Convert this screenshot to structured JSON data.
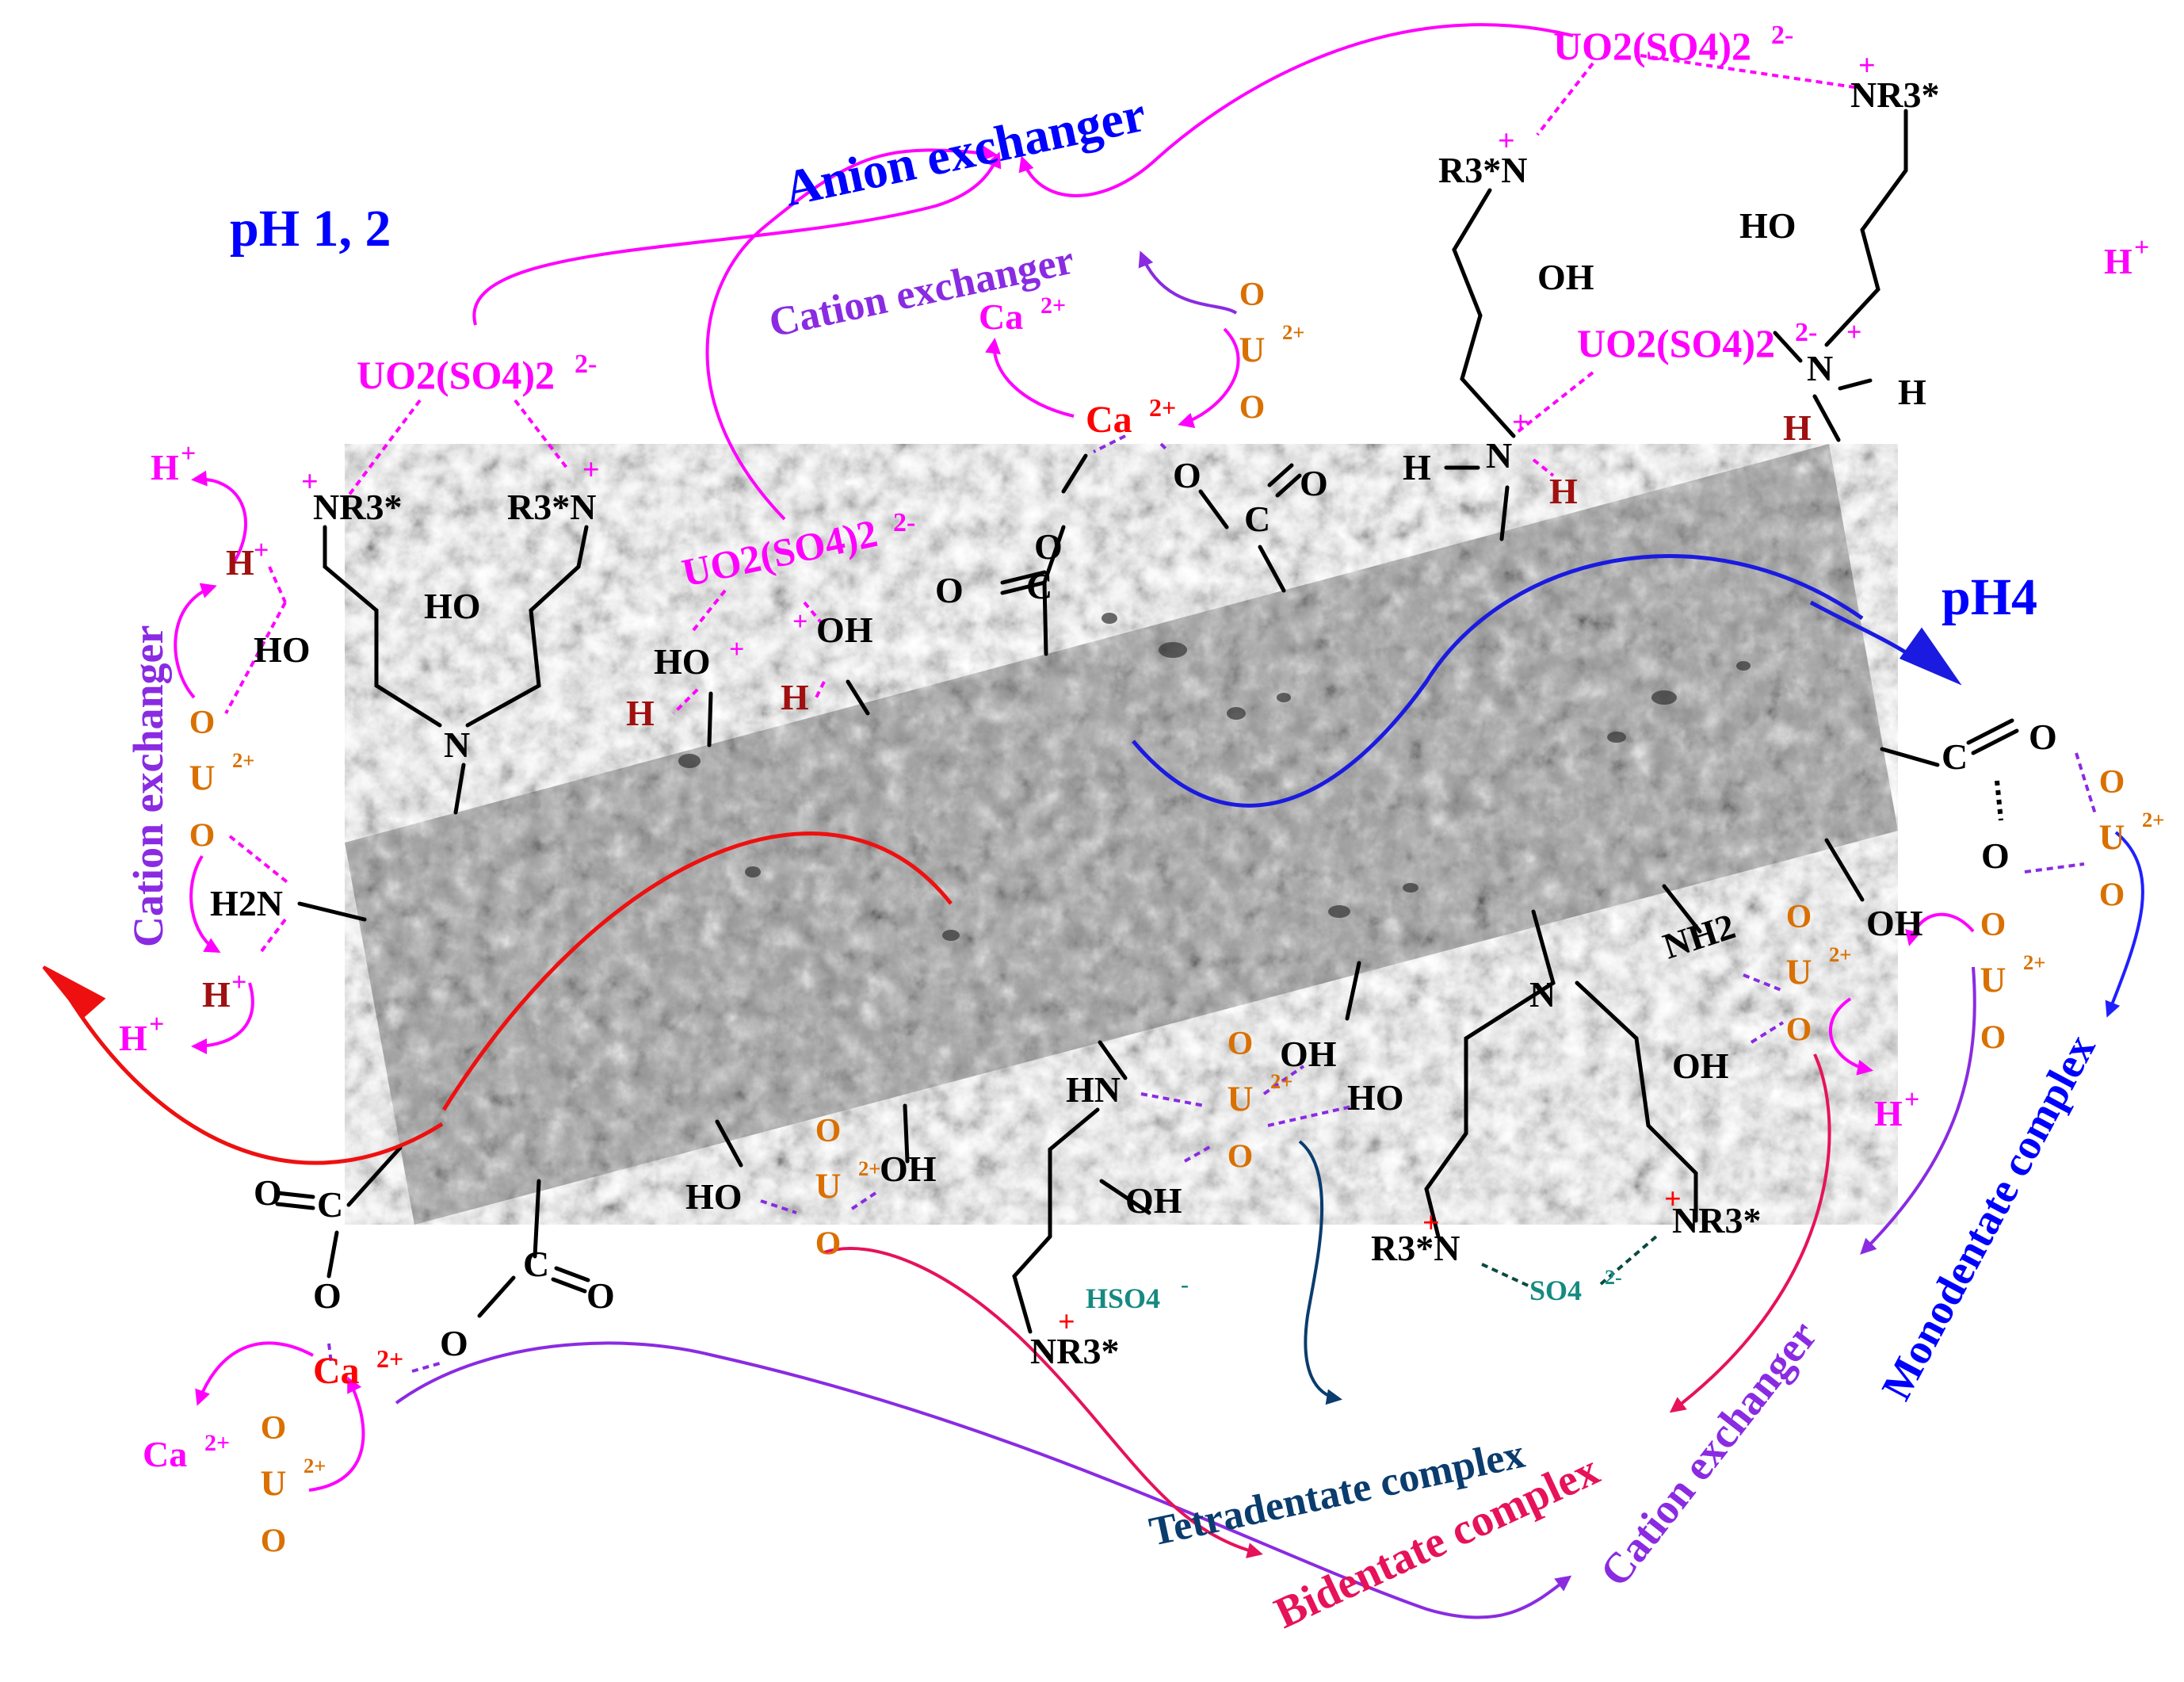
{
  "labels": {
    "ph_low": "pH 1, 2",
    "ph_high": "pH4",
    "anion_exchanger": "Anion exchanger",
    "cation_exchanger_top": "Cation exchanger",
    "cation_exchanger_left": "Cation exchanger",
    "cation_exchanger_bottom": "Cation exchanger",
    "tetradentate": "Tetradentate complex",
    "bidentate": "Bidentate complex",
    "monodentate": "Monodentate complex"
  },
  "species": {
    "uranyl_sulfate": "UO2(SO4)2",
    "uranyl_charge": "2-",
    "uranyl_metal": "U",
    "uranyl_oxygen": "O",
    "uranyl_cation_charge": "2+",
    "calcium": "Ca",
    "calcium_charge": "2+",
    "proton": "H",
    "plus": "+",
    "minus": "-",
    "hydroxyl": "OH",
    "hydroxyl_left": "HO",
    "amine_N": "N",
    "amine_NH": "HN",
    "amine_NH2": "NH2",
    "amine_H2N": "H2N",
    "ammonium_R": "NR3*",
    "ammonium_L": "R3*N",
    "bisulfate": "HSO4",
    "sulfate": "SO4",
    "sulfate_charge": "2-",
    "carbon": "C",
    "oxygen": "O",
    "hydrogen": "H"
  },
  "colors": {
    "magenta": "#ff00ff",
    "blue": "#0000ff",
    "violet": "#8a2be2",
    "orange": "#d97000",
    "red": "#ff0000",
    "darkred": "#a01010",
    "navy": "#0a3c6e",
    "crimson": "#e6125a",
    "teal": "#168a80",
    "black": "#000000",
    "surface": "#9a9a9a"
  }
}
